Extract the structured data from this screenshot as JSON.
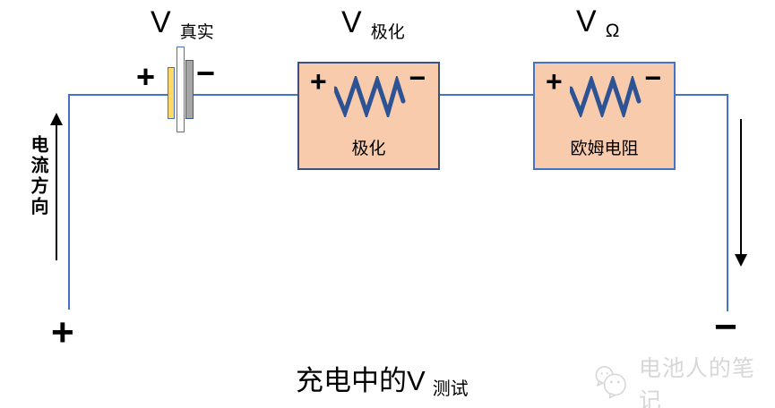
{
  "colors": {
    "wire": "#4472C4",
    "box_fill": "#F8CBAD",
    "box_polar_border": "#3A5080",
    "box_ohm_border": "#4472C4",
    "resistor_stroke": "#2E5395",
    "battery_yellow": "#FFD966",
    "battery_gray": "#A6A6A6",
    "arrow": "#000000",
    "watermark": "#D7D7D7"
  },
  "top_labels": {
    "v_true": {
      "main": "V",
      "sub": "真实"
    },
    "v_polar": {
      "main": "V",
      "sub": "极化"
    },
    "v_ohm": {
      "main": "V",
      "sub": "Ω"
    }
  },
  "battery": {
    "plus": "+",
    "minus": "−"
  },
  "boxes": {
    "polarization": {
      "plus": "+",
      "minus": "−",
      "label": "极化"
    },
    "ohmic": {
      "plus": "+",
      "minus": "−",
      "label": "欧姆电阻"
    }
  },
  "current_direction_label": "电流方向",
  "terminals": {
    "positive": "+",
    "negative": "−"
  },
  "caption": {
    "main": "充电中的V",
    "sub": "测试"
  },
  "watermark": {
    "text": "电池人的笔记",
    "icon": "wechat-bubbles-icon"
  }
}
